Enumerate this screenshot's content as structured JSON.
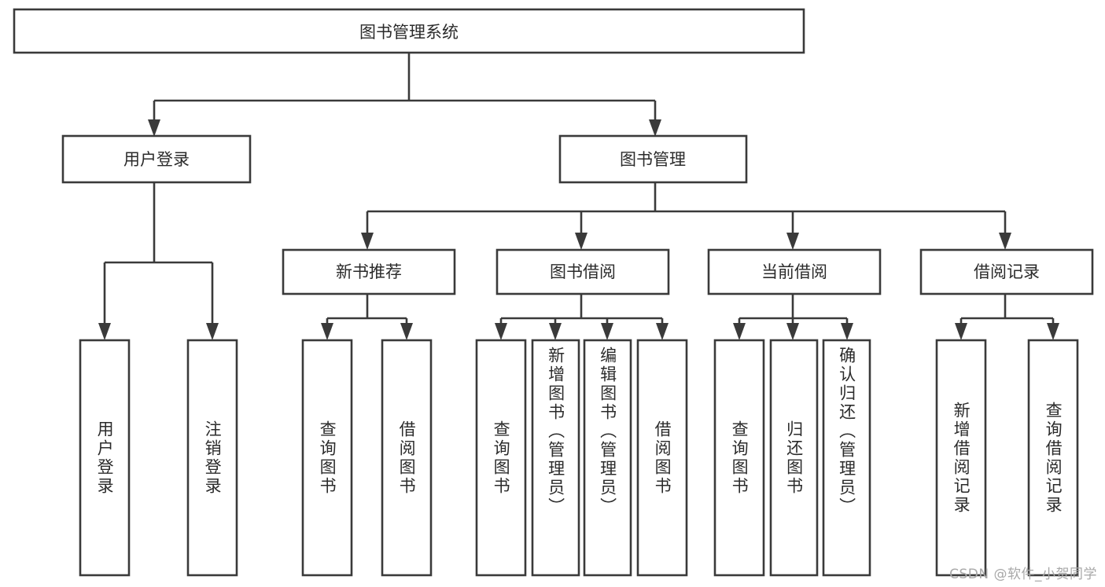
{
  "diagram": {
    "title": "图书管理系统",
    "type": "tree-hierarchy-chart",
    "colors": {
      "stroke": "#3a3a3a",
      "fill": "#ffffff",
      "text": "#2b2b2b",
      "watermark": "#a8a8a8",
      "background": "#ffffff"
    },
    "root": {
      "id": "root",
      "label": "图书管理系统"
    },
    "level2": [
      {
        "id": "user-login",
        "label": "用户登录"
      },
      {
        "id": "book-manage",
        "label": "图书管理"
      }
    ],
    "level3": [
      {
        "id": "new-book-recommend",
        "label": "新书推荐",
        "parent": "book-manage"
      },
      {
        "id": "book-borrow",
        "label": "图书借阅",
        "parent": "book-manage"
      },
      {
        "id": "current-borrow",
        "label": "当前借阅",
        "parent": "book-manage"
      },
      {
        "id": "borrow-record",
        "label": "借阅记录",
        "parent": "book-manage"
      }
    ],
    "leaves": [
      {
        "id": "leaf-user-login",
        "label": "用户登录",
        "parent": "user-login"
      },
      {
        "id": "leaf-user-logout",
        "label": "注销登录",
        "parent": "user-login"
      },
      {
        "id": "leaf-query-book-1",
        "label": "查询图书",
        "parent": "new-book-recommend"
      },
      {
        "id": "leaf-borrow-book-1",
        "label": "借阅图书",
        "parent": "new-book-recommend"
      },
      {
        "id": "leaf-query-book-2",
        "label": "查询图书",
        "parent": "book-borrow"
      },
      {
        "id": "leaf-add-book",
        "label": "新增图书（管理员）",
        "parent": "book-borrow"
      },
      {
        "id": "leaf-edit-book",
        "label": "编辑图书（管理员）",
        "parent": "book-borrow"
      },
      {
        "id": "leaf-borrow-book-2",
        "label": "借阅图书",
        "parent": "book-borrow"
      },
      {
        "id": "leaf-query-book-3",
        "label": "查询图书",
        "parent": "current-borrow"
      },
      {
        "id": "leaf-return-book",
        "label": "归还图书",
        "parent": "current-borrow"
      },
      {
        "id": "leaf-confirm-return",
        "label": "确认归还（管理员）",
        "parent": "current-borrow"
      },
      {
        "id": "leaf-add-record",
        "label": "新增借阅记录",
        "parent": "borrow-record"
      },
      {
        "id": "leaf-query-record",
        "label": "查询借阅记录",
        "parent": "borrow-record"
      }
    ],
    "watermark": "CSDN @软件_小贺同学"
  }
}
